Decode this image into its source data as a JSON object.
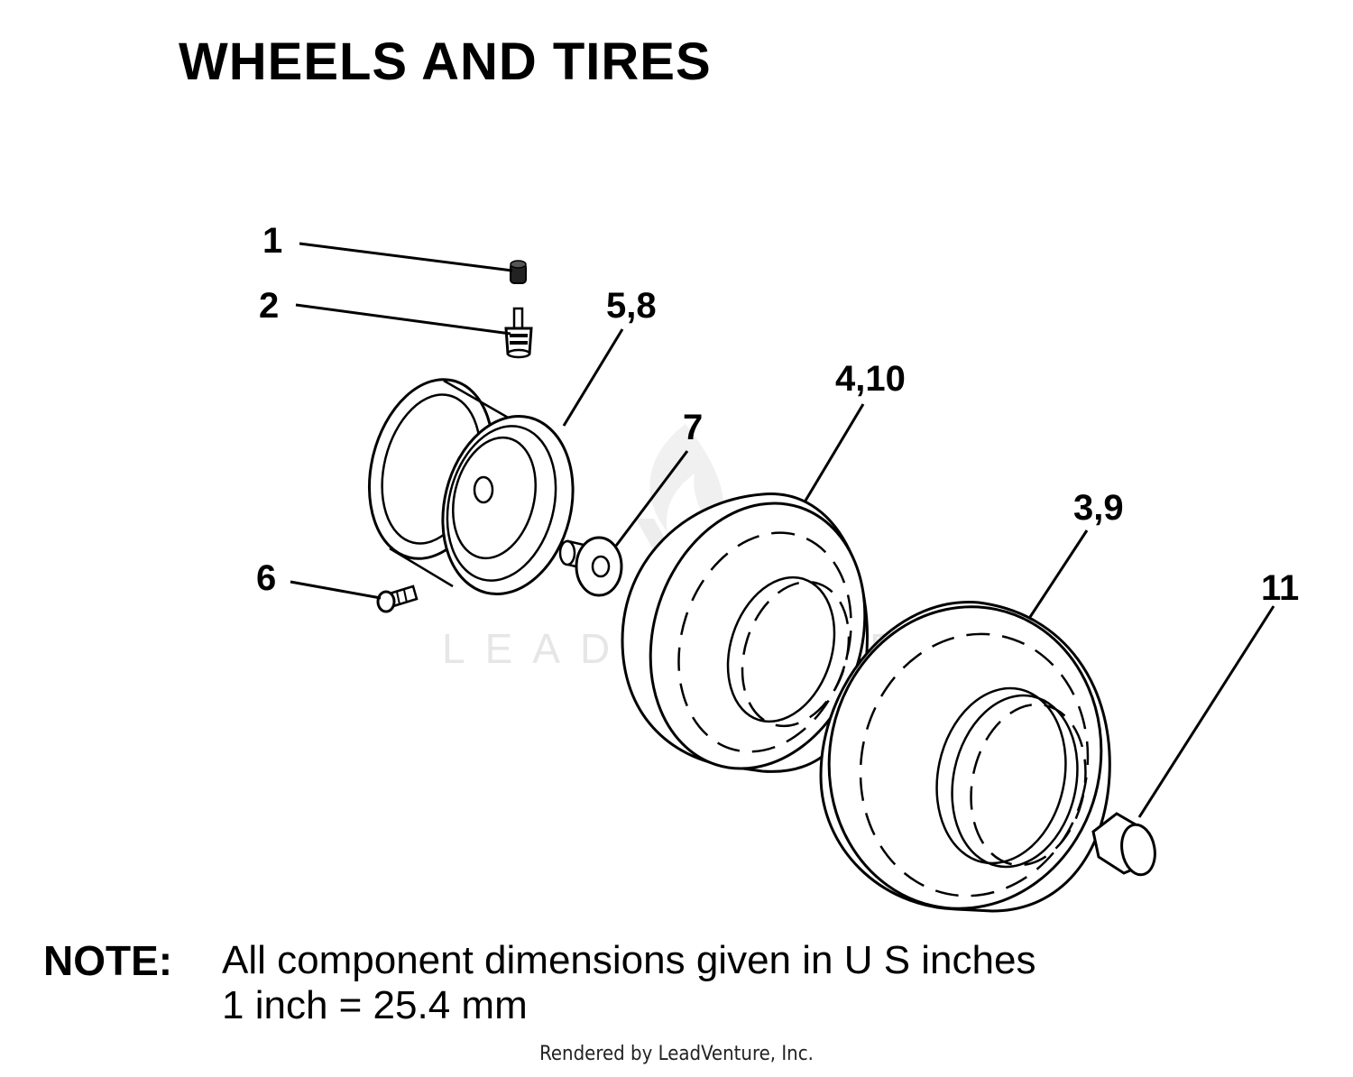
{
  "title": "WHEELS AND TIRES",
  "callouts": {
    "c1": "1",
    "c2": "2",
    "c58": "5,8",
    "c7": "7",
    "c410": "4,10",
    "c39": "3,9",
    "c6": "6",
    "c11": "11"
  },
  "note": {
    "label": "NOTE:",
    "line1": "All component dimensions given in U S  inches",
    "line2": "1 inch = 25.4 mm"
  },
  "watermark": "LEADVENTURE",
  "footer": "Rendered by LeadVenture, Inc."
}
